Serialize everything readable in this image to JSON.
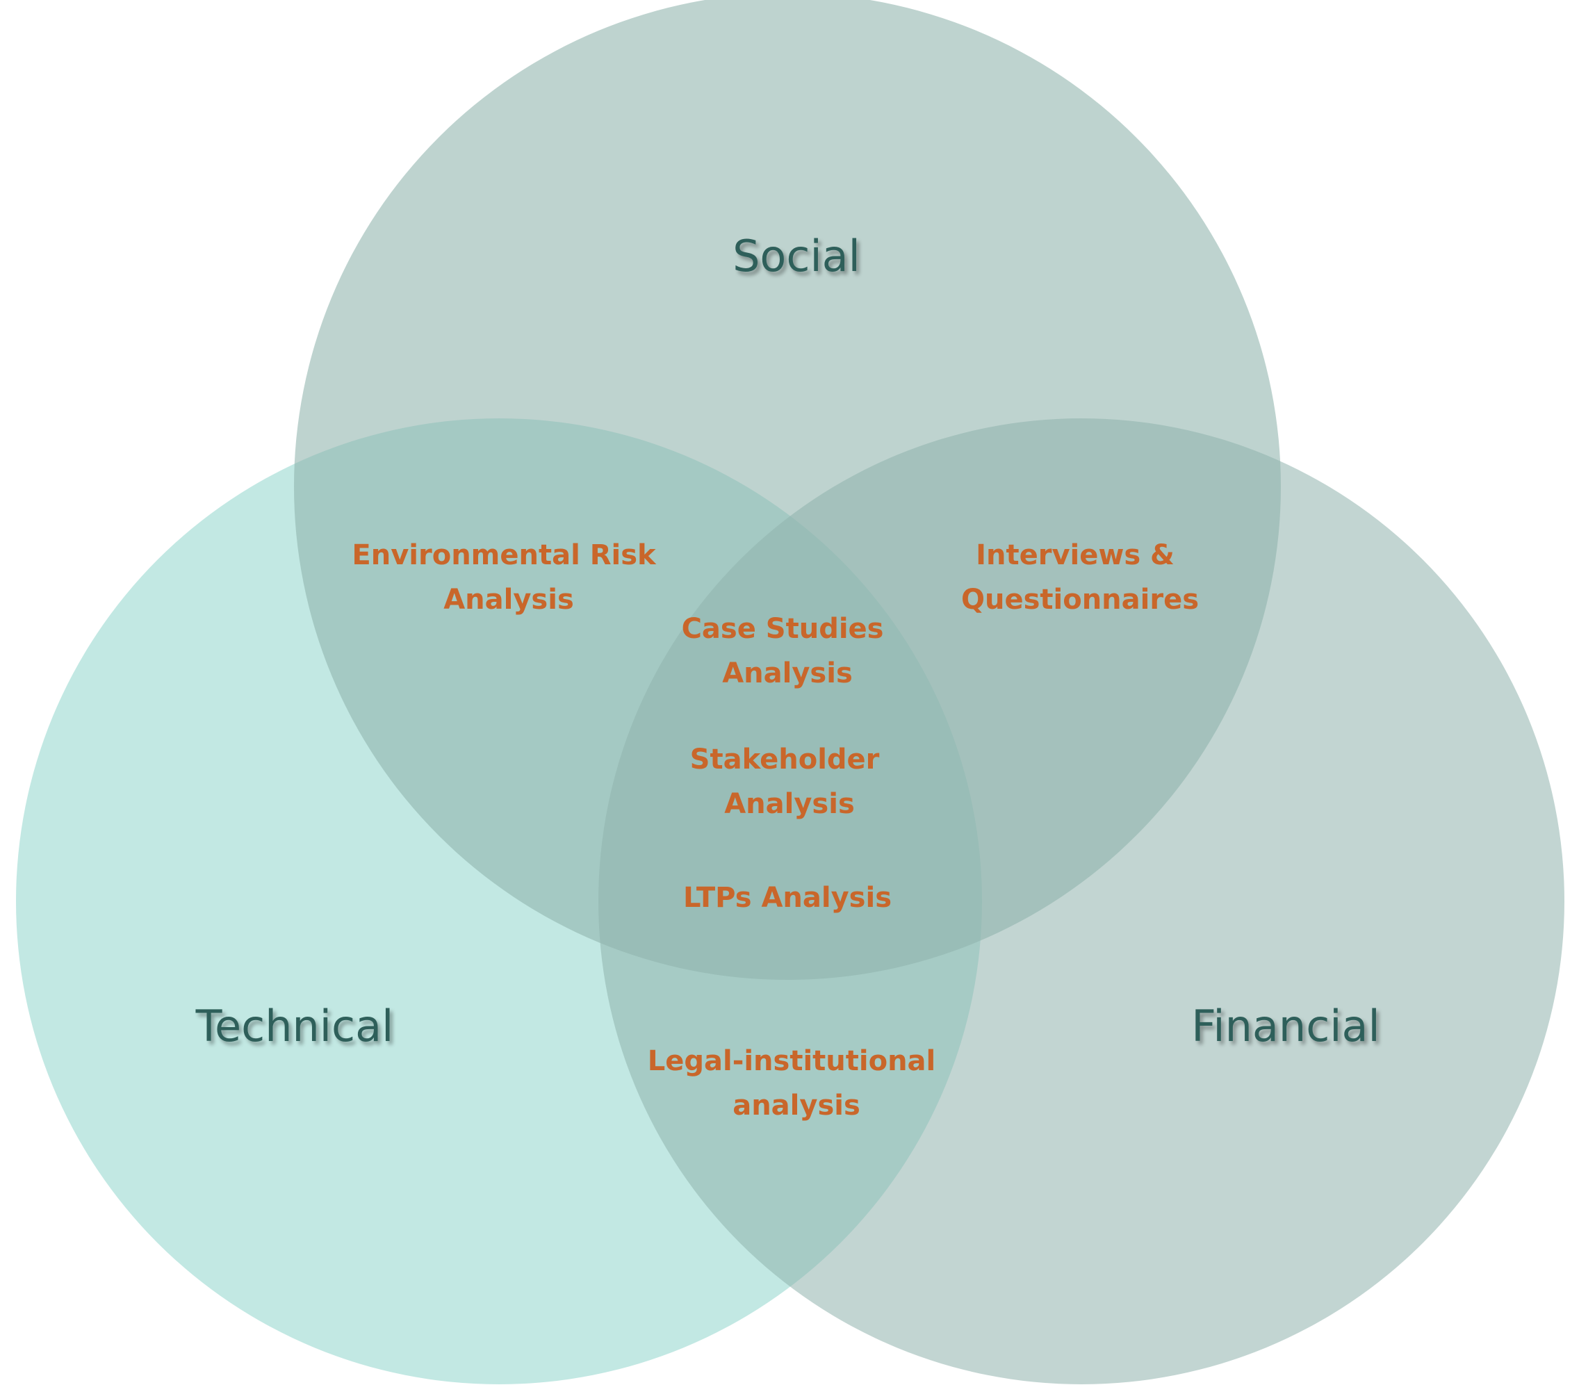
{
  "colors": {
    "social_fill": "#8fb3ad",
    "technical_fill": "#8fd6cc",
    "financial_fill": "#8fb3ad",
    "set_label": "#2f5f5a",
    "overlap_label": "#c9662a",
    "background": "#ffffff"
  },
  "sets": {
    "social": "Social",
    "technical": "Technical",
    "financial": "Financial"
  },
  "overlaps": {
    "social_technical": [
      "Environmental Risk",
      "Analysis"
    ],
    "social_financial": [
      "Interviews &",
      "Questionnaires"
    ],
    "technical_financial": [
      "Legal-institutional",
      "analysis"
    ],
    "all_three": {
      "case_studies": [
        "Case Studies",
        "Analysis"
      ],
      "stakeholder": [
        "Stakeholder",
        "Analysis"
      ],
      "ltps": "LTPs Analysis"
    }
  }
}
